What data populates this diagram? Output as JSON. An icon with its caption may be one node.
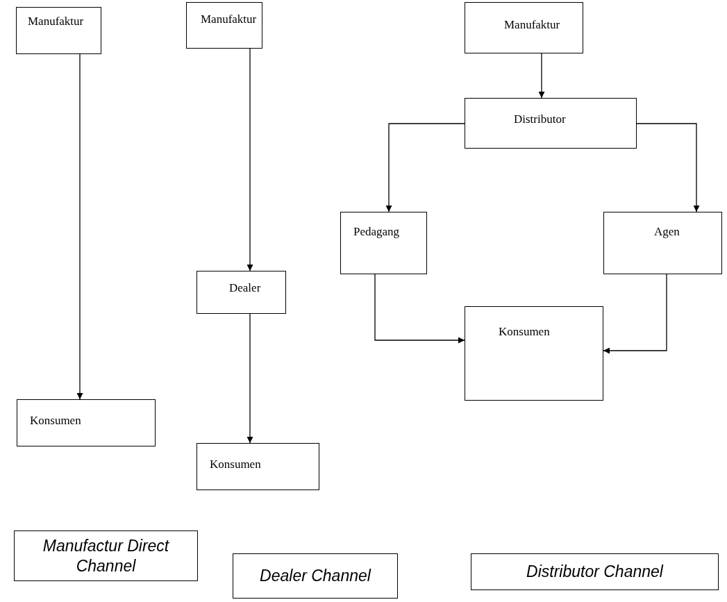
{
  "diagram": {
    "nodes": [
      {
        "text": [
          "Manufaktur"
        ]
      },
      {
        "text": [
          "Konsumen"
        ]
      },
      {
        "text": [
          "Manufaktur"
        ]
      },
      {
        "text": [
          "Dealer"
        ]
      },
      {
        "text": [
          "Konsumen"
        ]
      },
      {
        "text": [
          "Manufaktur"
        ]
      },
      {
        "text": [
          "Distributor"
        ]
      },
      {
        "text": [
          "Pedagang"
        ]
      },
      {
        "text": [
          "Agen"
        ]
      },
      {
        "text": [
          "Konsumen"
        ]
      },
      {
        "text": [
          "Manufactur Direct Channel"
        ]
      },
      {
        "text": [
          "Dealer Channel"
        ]
      },
      {
        "text": [
          "Distributor Channel"
        ]
      }
    ],
    "edges": [
      {
        "from": 0,
        "to": 1,
        "arrow": "to"
      },
      {
        "from": 2,
        "to": 3,
        "arrow": "to"
      },
      {
        "from": 3,
        "to": 4,
        "arrow": "to"
      },
      {
        "from": 5,
        "to": 6,
        "arrow": "to"
      },
      {
        "from": 6,
        "to": 7,
        "arrow": "to"
      },
      {
        "from": 6,
        "to": 8,
        "arrow": "to"
      },
      {
        "from": 7,
        "to": 9,
        "arrow": "to"
      },
      {
        "from": 8,
        "to": 9,
        "arrow": "to"
      }
    ]
  }
}
